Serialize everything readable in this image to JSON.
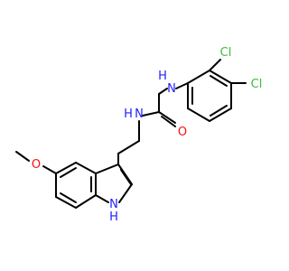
{
  "molecule": {
    "atoms": [
      {
        "id": "Cl1",
        "label": "Cl",
        "color": "#3cbc3c"
      },
      {
        "id": "Cl2",
        "label": "Cl",
        "color": "#3cbc3c"
      },
      {
        "id": "NH_aryl",
        "label": "N",
        "sublabel": "H",
        "color": "#2020ff"
      },
      {
        "id": "NH_ethyl",
        "label": "N",
        "sublabel": "H",
        "color": "#2020ff"
      },
      {
        "id": "O_carbonyl",
        "label": "O",
        "color": "#ff0d0d"
      },
      {
        "id": "O_methoxy",
        "label": "O",
        "color": "#ff0d0d"
      },
      {
        "id": "NH_indole",
        "label": "N",
        "sublabel": "H",
        "color": "#2020ff"
      }
    ],
    "bond_color": "#000000"
  }
}
